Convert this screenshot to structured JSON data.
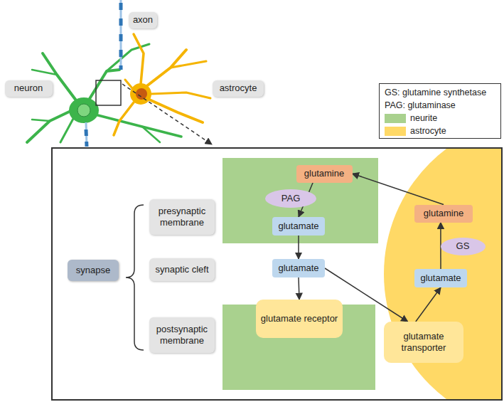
{
  "diagram": {
    "nodes": [
      {
        "text": [
          "axon"
        ]
      },
      {
        "text": [
          "neuron"
        ]
      },
      {
        "text": [
          "astrocyte"
        ]
      },
      {
        "text": [
          "synapse"
        ]
      },
      {
        "text": [
          "presynaptic membrane"
        ]
      },
      {
        "text": [
          "synaptic cleft"
        ]
      },
      {
        "text": [
          "postsynaptic membrane"
        ]
      },
      {
        "text": [
          "glutamine"
        ]
      },
      {
        "text": [
          "PAG"
        ]
      },
      {
        "text": [
          "glutamate"
        ]
      },
      {
        "text": [
          "glutamine"
        ]
      },
      {
        "text": [
          "GS"
        ]
      },
      {
        "text": [
          "glutamate"
        ]
      },
      {
        "text": [
          "glutamate"
        ]
      },
      {
        "text": [
          "glutamate receptor"
        ]
      },
      {
        "text": [
          "glutamate transporter"
        ]
      }
    ],
    "edges": [
      {
        "from": 7,
        "to": 9,
        "arrow": "to"
      },
      {
        "from": 9,
        "to": 12,
        "arrow": "to"
      },
      {
        "from": 12,
        "to": 14,
        "arrow": "to"
      },
      {
        "from": 12,
        "to": 15,
        "arrow": "to"
      },
      {
        "from": 15,
        "to": 13,
        "arrow": "to"
      },
      {
        "from": 13,
        "to": 10,
        "arrow": "to"
      },
      {
        "from": 10,
        "to": 7,
        "arrow": "to"
      }
    ],
    "labels": [
      "GS: glutamine synthetase",
      "PAG: glutaminase"
    ],
    "legend": [
      {
        "text": "neurite",
        "color": "#a9d18e"
      },
      {
        "text": "astrocyte",
        "color": "#ffd966"
      }
    ]
  }
}
